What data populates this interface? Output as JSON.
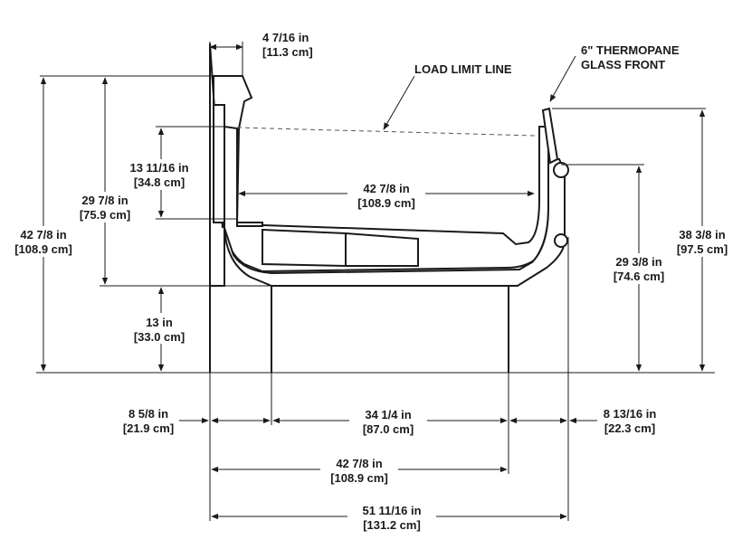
{
  "dimensions": {
    "top_width": {
      "imperial": "4 7/16 in",
      "metric": "[11.3 cm]"
    },
    "overall_height": {
      "imperial": "42 7/8 in",
      "metric": "[108.9 cm]"
    },
    "rear_height": {
      "imperial": "29 7/8 in",
      "metric": "[75.9 cm]"
    },
    "well_depth": {
      "imperial": "13 11/16 in",
      "metric": "[34.8 cm]"
    },
    "interior_width": {
      "imperial": "42 7/8 in",
      "metric": "[108.9 cm]"
    },
    "base_height": {
      "imperial": "13 in",
      "metric": "[33.0 cm]"
    },
    "front_height": {
      "imperial": "29 3/8 in",
      "metric": "[74.6 cm]"
    },
    "glass_height": {
      "imperial": "38 3/8 in",
      "metric": "[97.5 cm]"
    },
    "rear_offset": {
      "imperial": "8 5/8 in",
      "metric": "[21.9 cm]"
    },
    "base_width": {
      "imperial": "34 1/4 in",
      "metric": "[87.0 cm]"
    },
    "front_offset": {
      "imperial": "8 13/16 in",
      "metric": "[22.3 cm]"
    },
    "case_width": {
      "imperial": "42 7/8 in",
      "metric": "[108.9 cm]"
    },
    "overall_width": {
      "imperial": "51 11/16 in",
      "metric": "[131.2 cm]"
    }
  },
  "labels": {
    "load_limit": "LOAD LIMIT LINE",
    "glass_line1": "6\" THERMOPANE",
    "glass_line2": "GLASS FRONT"
  }
}
